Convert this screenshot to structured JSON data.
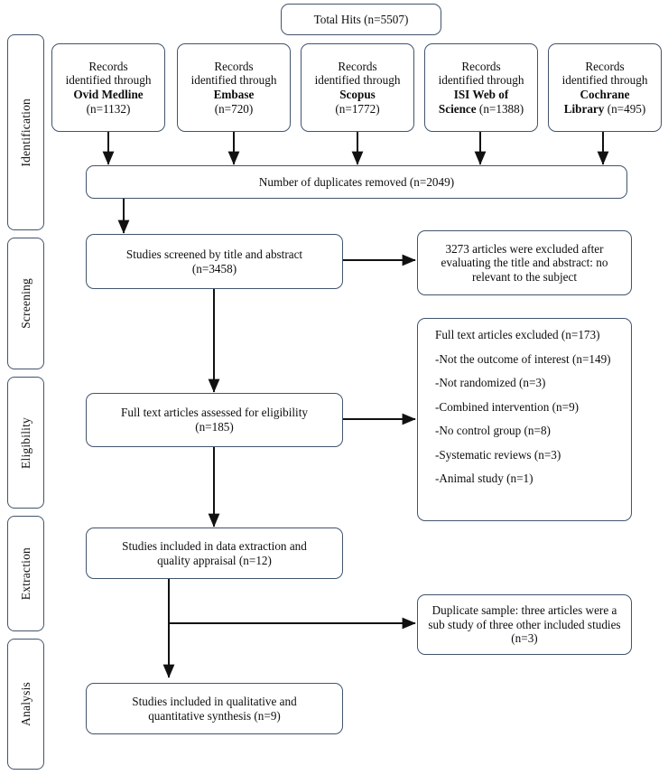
{
  "diagram": {
    "title_box": {
      "label": "Total Hits (n=5507)"
    },
    "stages": [
      {
        "name": "identification",
        "label": "Identification"
      },
      {
        "name": "screening",
        "label": "Screening"
      },
      {
        "name": "eligibility",
        "label": "Eligibility"
      },
      {
        "name": "extraction",
        "label": "Extraction"
      },
      {
        "name": "analysis",
        "label": "Analysis"
      }
    ],
    "sources": [
      {
        "line1": "Records",
        "line2": "identified through",
        "name": "Ovid Medline",
        "count": "(n=1132)",
        "inline": false
      },
      {
        "line1": "Records",
        "line2": "identified through",
        "name": "Embase",
        "count": "(n=720)",
        "inline": false
      },
      {
        "line1": "Records",
        "line2": "identified through",
        "name": "Scopus",
        "count": "(n=1772)",
        "inline": false
      },
      {
        "line1": "Records",
        "line2": "identified through",
        "name": "ISI Web of",
        "name2": "Science",
        "count": "(n=1388)",
        "inline": true
      },
      {
        "line1": "Records",
        "line2": "identified through",
        "name": "Cochrane",
        "name2": "Library",
        "count": "(n=495)",
        "inline": true
      }
    ],
    "duplicates_box": {
      "label": "Number of duplicates removed (n=2049)"
    },
    "screened_box": {
      "line1": "Studies screened by title and abstract",
      "line2": "(n=3458)"
    },
    "screened_excluded_box": {
      "line1": "3273 articles were excluded after",
      "line2": "evaluating the title and abstract: no",
      "line3": "relevant to the subject"
    },
    "fulltext_box": {
      "line1": "Full text articles assessed for eligibility",
      "line2": "(n=185)"
    },
    "fulltext_excluded_box": {
      "heading": "Full text articles excluded (n=173)",
      "items": [
        "-Not the outcome of interest (n=149)",
        "-Not randomized (n=3)",
        "-Combined intervention (n=9)",
        "-No control group (n=8)",
        "-Systematic reviews (n=3)",
        "-Animal study (n=1)"
      ]
    },
    "extraction_box": {
      "line1": "Studies included in data extraction and",
      "line2": "quality appraisal (n=12)"
    },
    "duplicate_sample_box": {
      "line1": "Duplicate sample: three articles were a",
      "line2": "sub study of three other included studies",
      "line3": "(n=3)"
    },
    "synthesis_box": {
      "line1": "Studies included in qualitative and",
      "line2": "quantitative synthesis (n=9)"
    },
    "colors": {
      "box_border": "#42546b",
      "connector": "#111111",
      "background": "#ffffff",
      "text": "#0d0d0d"
    }
  }
}
